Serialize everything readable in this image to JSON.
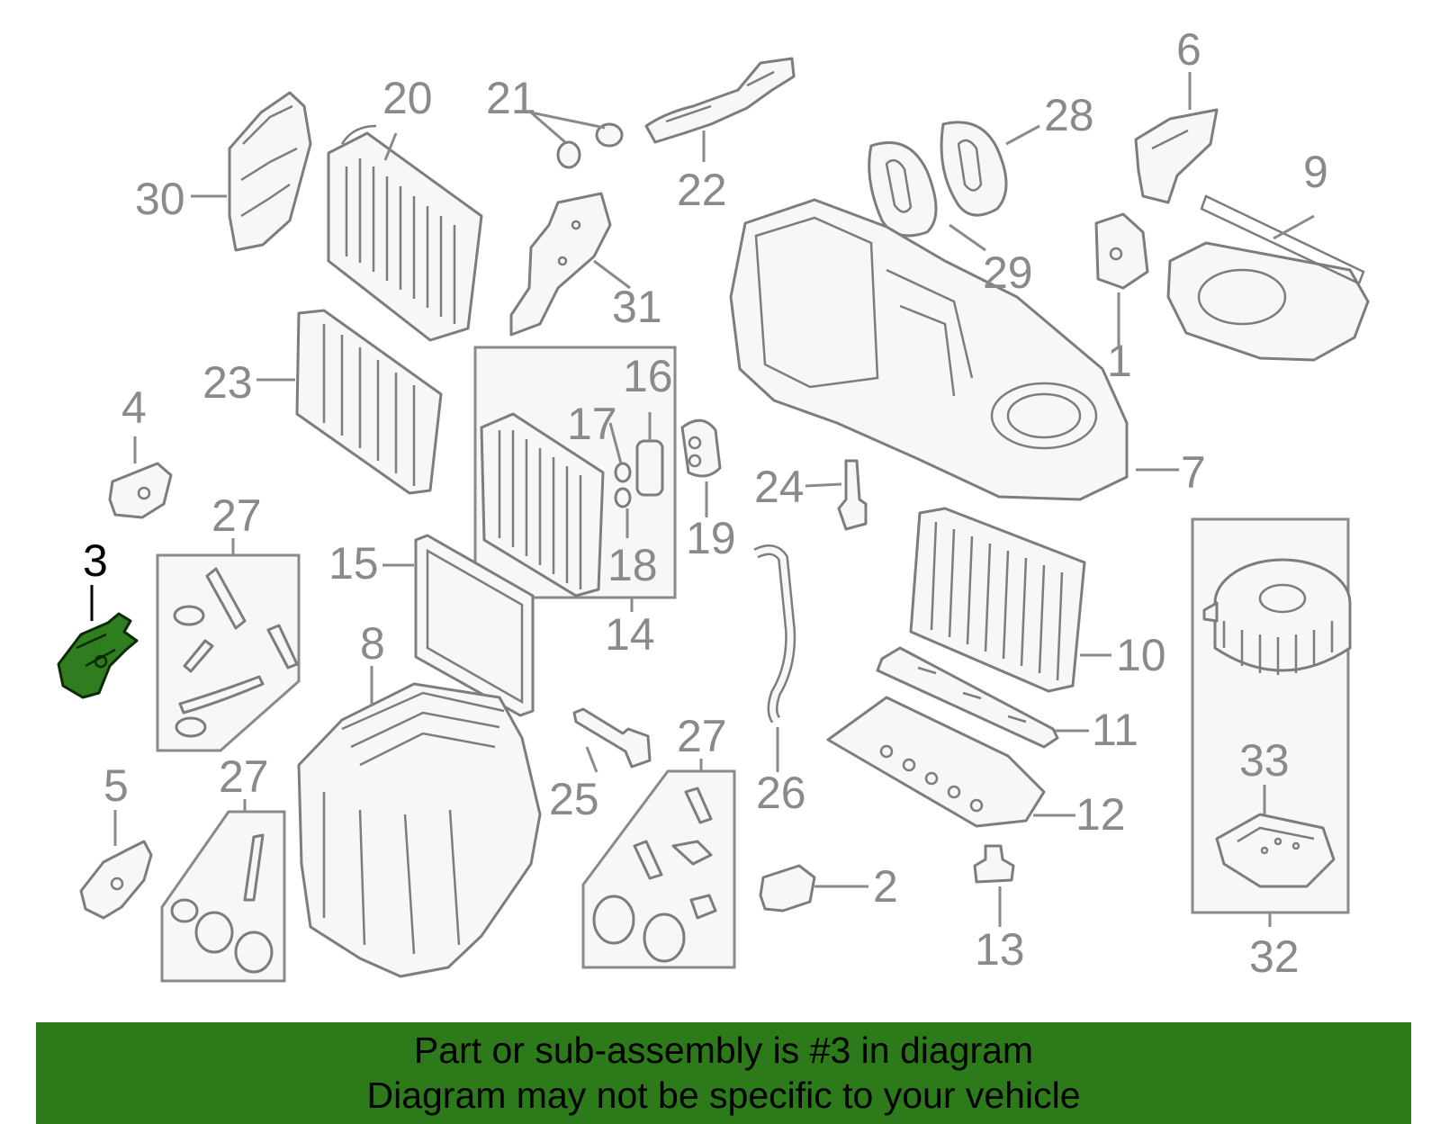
{
  "diagram": {
    "callouts": [
      {
        "id": "1",
        "label": "1"
      },
      {
        "id": "2",
        "label": "2"
      },
      {
        "id": "3",
        "label": "3",
        "highlighted": true
      },
      {
        "id": "4",
        "label": "4"
      },
      {
        "id": "5",
        "label": "5"
      },
      {
        "id": "6",
        "label": "6"
      },
      {
        "id": "7",
        "label": "7"
      },
      {
        "id": "8",
        "label": "8"
      },
      {
        "id": "9",
        "label": "9"
      },
      {
        "id": "10",
        "label": "10"
      },
      {
        "id": "11",
        "label": "11"
      },
      {
        "id": "12",
        "label": "12"
      },
      {
        "id": "13",
        "label": "13"
      },
      {
        "id": "14",
        "label": "14"
      },
      {
        "id": "15",
        "label": "15"
      },
      {
        "id": "16",
        "label": "16"
      },
      {
        "id": "17",
        "label": "17"
      },
      {
        "id": "18",
        "label": "18"
      },
      {
        "id": "19",
        "label": "19"
      },
      {
        "id": "20",
        "label": "20"
      },
      {
        "id": "21",
        "label": "21"
      },
      {
        "id": "22",
        "label": "22"
      },
      {
        "id": "23",
        "label": "23"
      },
      {
        "id": "24",
        "label": "24"
      },
      {
        "id": "25",
        "label": "25"
      },
      {
        "id": "26",
        "label": "26"
      },
      {
        "id": "27a",
        "label": "27"
      },
      {
        "id": "27b",
        "label": "27"
      },
      {
        "id": "27c",
        "label": "27"
      },
      {
        "id": "28",
        "label": "28"
      },
      {
        "id": "29",
        "label": "29"
      },
      {
        "id": "30",
        "label": "30"
      },
      {
        "id": "31",
        "label": "31"
      },
      {
        "id": "32",
        "label": "32"
      },
      {
        "id": "33",
        "label": "33"
      }
    ],
    "highlight_color": "#2f7d1f"
  },
  "banner": {
    "line1": "Part or sub-assembly is #3 in diagram",
    "line2": "Diagram may not be specific to your vehicle",
    "background_color": "#2d7a1a"
  }
}
